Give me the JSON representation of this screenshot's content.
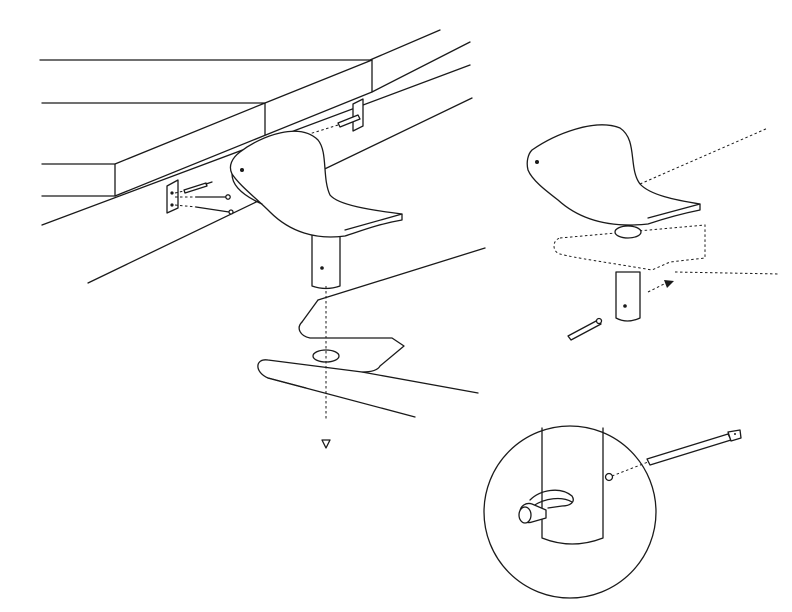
{
  "figure": {
    "description_free": true,
    "colors": {
      "line": "#1a1a1a",
      "background": "#ffffff"
    },
    "views": [
      "main-assembly-view",
      "mounted-seat-view",
      "pin-detail-view"
    ]
  }
}
